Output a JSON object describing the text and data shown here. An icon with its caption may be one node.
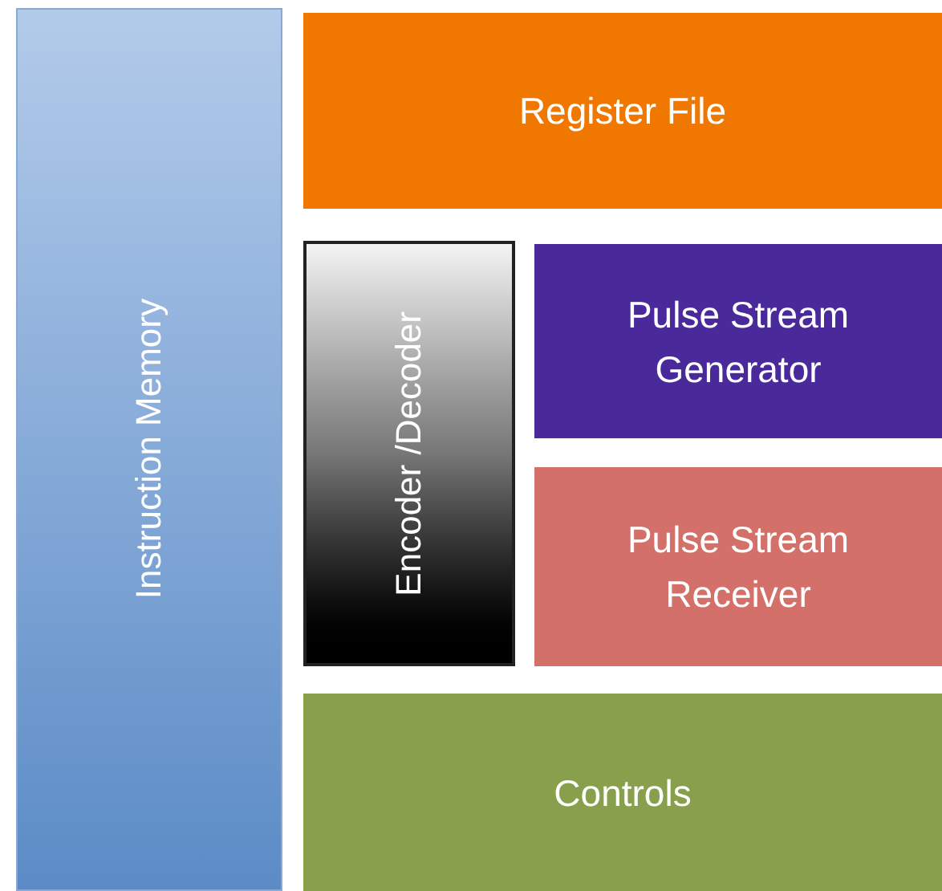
{
  "diagram": {
    "nodes": [
      {
        "text": [
          "Instruction Memory"
        ]
      },
      {
        "text": [
          "Register File"
        ]
      },
      {
        "text": [
          "Encoder /Decoder"
        ]
      },
      {
        "text": [
          "Pulse Stream Generator"
        ]
      },
      {
        "text": [
          "Pulse Stream Receiver"
        ]
      },
      {
        "text": [
          "Controls"
        ]
      }
    ]
  }
}
